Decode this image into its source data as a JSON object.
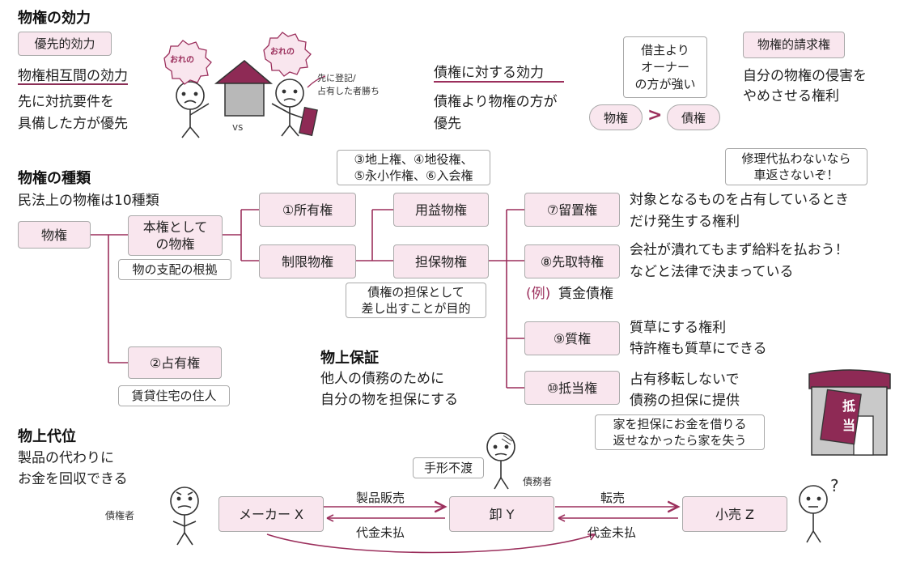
{
  "sec1": {
    "title": "物権の効力",
    "yusen_badge": "優先的効力",
    "sogo_title": "物権相互間の効力",
    "sogo_line1": "先に対抗要件を",
    "sogo_line2": "具備した方が優先",
    "bubble_left": "おれの",
    "bubble_right": "おれの",
    "vs": "vs",
    "hand_line1": "先に登記/",
    "hand_line2": "占有した者勝ち",
    "saiken_title": "債権に対する効力",
    "saiken_line1": "債権より物権の方が",
    "saiken_line2": "優先",
    "note_owner_l1": "借主より",
    "note_owner_l2": "オーナー",
    "note_owner_l3": "の方が強い",
    "pill_bukken": "物権",
    "gt": ">",
    "pill_saiken": "債権",
    "seikyu_badge": "物権的請求権",
    "seikyu_line1": "自分の物権の侵害を",
    "seikyu_line2": "やめさせる権利"
  },
  "sec2": {
    "title": "物権の種類",
    "subtitle": "民法上の物権は10種類",
    "root": "物権",
    "honken_l1": "本権として",
    "honken_l2": "の物権",
    "honken_note": "物の支配の根拠",
    "senyu": "②占有権",
    "senyu_note": "賃貸住宅の住人",
    "shoyu": "①所有権",
    "seigen": "制限物権",
    "yoeki": "用益物権",
    "yoeki_note_l1": "③地上権、④地役権、",
    "yoeki_note_l2": "⑤永小作権、⑥入会権",
    "tanpo": "担保物権",
    "tanpo_note_l1": "債権の担保として",
    "tanpo_note_l2": "差し出すことが目的",
    "ryuchi": "⑦留置権",
    "ryuchi_note_l1": "修理代払わないなら",
    "ryuchi_note_l2": "車返さないぞ！",
    "ryuchi_desc_l1": "対象となるものを占有しているとき",
    "ryuchi_desc_l2": "だけ発生する権利",
    "sakidori": "⑧先取特権",
    "sakidori_desc_l1": "会社が潰れてもまず給料を払おう！",
    "sakidori_desc_l2": "などと法律で決まっている",
    "rei_label": "(例)",
    "rei_text": "賃金債権",
    "shichi": "⑨質権",
    "shichi_desc_l1": "質草にする権利",
    "shichi_desc_l2": "特許権も質草にできる",
    "teito": "⑩抵当権",
    "teito_desc_l1": "占有移転しないで",
    "teito_desc_l2": "債務の担保に提供",
    "teito_note_l1": "家を担保にお金を借りる",
    "teito_note_l2": "返せなかったら家を失う",
    "house_sign_l1": "抵",
    "house_sign_l2": "当",
    "butsujo_title": "物上保証",
    "butsujo_l1": "他人の債務のために",
    "butsujo_l2": "自分の物を担保にする"
  },
  "sec3": {
    "title": "物上代位",
    "line1": "製品の代わりに",
    "line2": "お金を回収できる",
    "maker": "メーカー X",
    "oroshi": "卸 Y",
    "kouri": "小売 Z",
    "seihin_hanbai": "製品販売",
    "daikin_mibarai_1": "代金未払",
    "tenbai": "転売",
    "daikin_mibarai_2": "代金未払",
    "tegata": "手形不渡",
    "saimusha": "債務者",
    "saikensha": "債権者",
    "q": "?"
  },
  "colors": {
    "accent": "#9b2f5c",
    "box_fill": "#f9e6ee",
    "border": "#aaaaaa",
    "house": "#8e2a55"
  }
}
